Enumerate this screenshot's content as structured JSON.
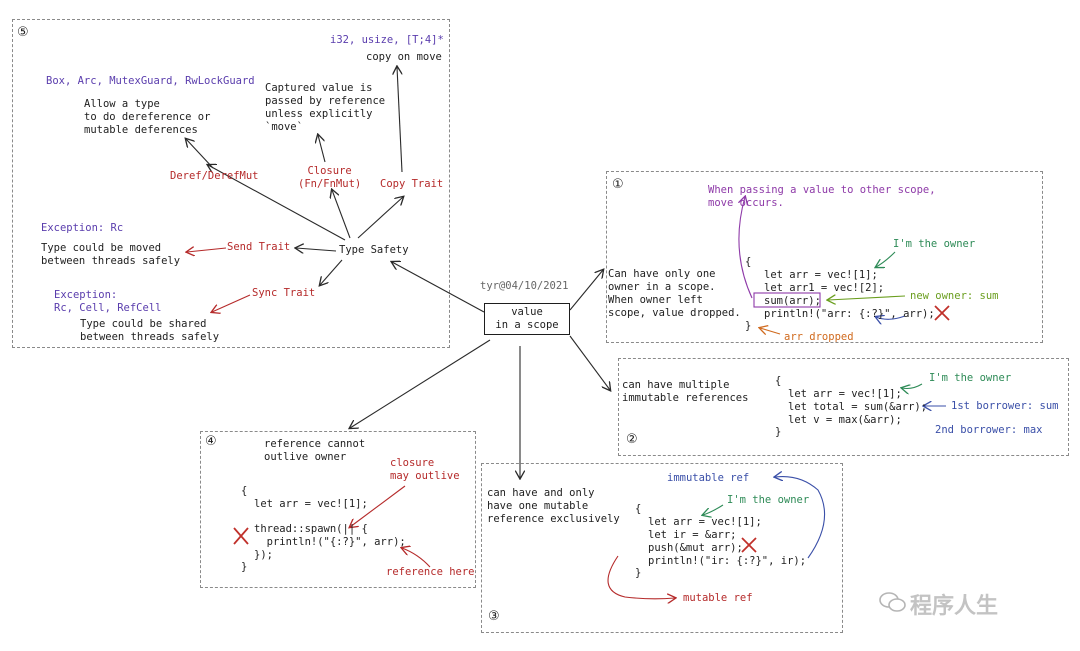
{
  "center": {
    "line1": "value",
    "line2": "in a scope",
    "author": "tyr@04/10/2021"
  },
  "box5": {
    "num": "⑤",
    "copy_types": "i32, usize, [T;4]*",
    "copy_on_move": "copy on move",
    "deref_types": "Box, Arc, MutexGuard, RwLockGuard",
    "deref_desc": "Allow a type\nto do dereference or\nmutable deferences",
    "closure_desc": "Captured value is\npassed by reference\nunless explicitly\n`move`",
    "deref_trait": "Deref/DerefMut",
    "closure_trait": "Closure\n(Fn/FnMut)",
    "copy_trait": "Copy Trait",
    "exception_rc": "Exception: Rc",
    "send_desc": "Type could be moved\nbetween threads safely",
    "send_trait": "Send Trait",
    "type_safety": "Type Safety",
    "sync_trait": "Sync Trait",
    "exception_sync": "Exception:\nRc, Cell, RefCell",
    "sync_desc": "Type could be shared\nbetween threads safely"
  },
  "box1": {
    "num": "①",
    "note": "When passing a value to other scope,\nmove occurs.",
    "desc": "Can have only one\nowner in a scope.\nWhen owner left\nscope, value dropped.",
    "owner": "I'm the owner",
    "code_open": "{",
    "code1": "let arr = vec![1];",
    "code2": "let arr1 = vec![2];",
    "code3": "sum(arr);",
    "code4": "println!(\"arr: {:?}\", arr);",
    "code_close": "}",
    "new_owner": "new owner: sum",
    "dropped": "arr dropped"
  },
  "box2": {
    "num": "②",
    "desc": "can have multiple\nimmutable references",
    "code_open": "{",
    "code1": "let arr = vec![1];",
    "code2": "let total = sum(&arr);",
    "code3": "let v = max(&arr);",
    "code_close": "}",
    "owner": "I'm the owner",
    "b1": "1st borrower: sum",
    "b2": "2nd borrower: max"
  },
  "box3": {
    "num": "③",
    "desc": "can have and only\nhave one mutable\nreference exclusively",
    "immut_ref": "immutable ref",
    "owner": "I'm the owner",
    "code_open": "{",
    "code1": "let arr = vec![1];",
    "code2": "let ir = &arr;",
    "code3": "push(&mut arr);",
    "code4": "println!(\"ir: {:?}\", ir);",
    "code_close": "}",
    "mut_ref": "mutable ref"
  },
  "box4": {
    "num": "④",
    "title": "reference cannot\noutlive owner",
    "closure_note": "closure\nmay outlive",
    "code_open": "{",
    "code1": "let arr = vec![1];",
    "code2": "thread::spawn(|| {",
    "code3": "  println!(\"{:?}\", arr);",
    "code4": "});",
    "code_close": "}",
    "ref_here": "reference here"
  },
  "watermark": "程序人生",
  "colors": {
    "red": "#b52a2a",
    "purple": "#5a3dad",
    "green": "#2e8b57",
    "blue": "#3a4fa8",
    "orange": "#d06a1e"
  }
}
